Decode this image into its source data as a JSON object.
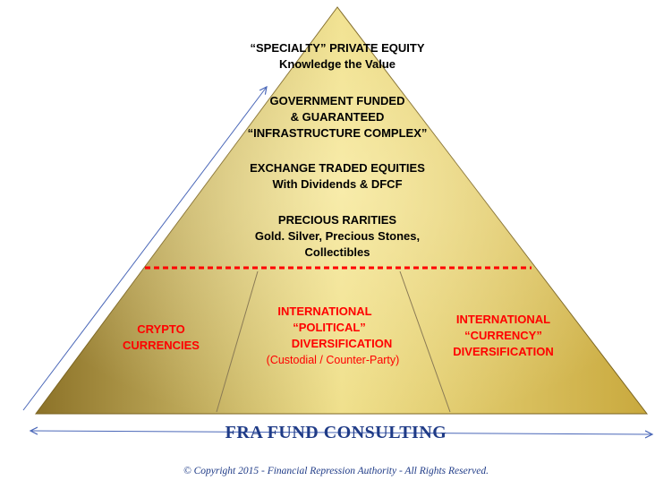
{
  "colors": {
    "title": "#1f3b87",
    "copyright": "#1f3b87",
    "gold_light": "#efdf8a",
    "gold_mid": "#c9a93e",
    "gold_dark": "#8c7228",
    "dashed_line": "#ff0000",
    "arrow": "#4a67b8",
    "black_text": "#000000",
    "red_text": "#ff0000"
  },
  "tiers": [
    {
      "id": "tier-specialty-pe",
      "lines": [
        "“SPECIALTY” PRIVATE EQUITY",
        "Knowledge the Value"
      ]
    },
    {
      "id": "tier-government",
      "lines": [
        "GOVERNMENT FUNDED",
        "& GUARANTEED",
        "“INFRASTRUCTURE COMPLEX”"
      ]
    },
    {
      "id": "tier-exchange",
      "lines": [
        "EXCHANGE TRADED EQUITIES",
        "With Dividends & DFCF"
      ]
    },
    {
      "id": "tier-precious",
      "lines": [
        "PRECIOUS RARITIES",
        "Gold. Silver, Precious Stones,",
        "Collectibles"
      ]
    }
  ],
  "base_sections": [
    {
      "id": "base-crypto",
      "lines": [
        "CRYPTO",
        "CURRENCIES"
      ],
      "note": ""
    },
    {
      "id": "base-political",
      "lines": [
        "INTERNATIONAL",
        "“POLITICAL”",
        "DIVERSIFICATION"
      ],
      "note": "(Custodial / Counter-Party)"
    },
    {
      "id": "base-currency",
      "lines": [
        "INTERNATIONAL",
        "“CURRENCY”",
        "DIVERSIFICATION"
      ],
      "note": ""
    }
  ],
  "footer": {
    "title": "FRA FUND CONSULTING",
    "copyright": "© Copyright 2015 - Financial Repression Authority - All Rights Reserved."
  }
}
